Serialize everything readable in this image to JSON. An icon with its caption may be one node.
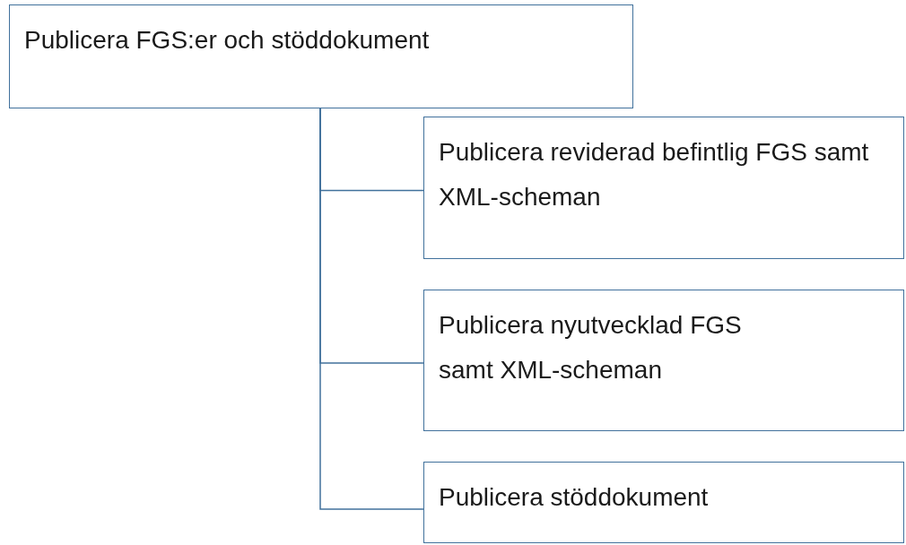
{
  "diagram": {
    "nodes": [
      {
        "text": [
          "Publicera FGS:er och stöddokument"
        ]
      },
      {
        "text": [
          "Publicera reviderad befintlig FGS samt XML-scheman"
        ]
      },
      {
        "text": [
          "Publicera nyutvecklad FGS samt XML-scheman"
        ]
      },
      {
        "text": [
          "Publicera stöddokument"
        ]
      }
    ],
    "edges": [
      {
        "from": 0,
        "to": 1,
        "arrow": "none"
      },
      {
        "from": 0,
        "to": 2,
        "arrow": "none"
      },
      {
        "from": 0,
        "to": 3,
        "arrow": "none"
      }
    ]
  }
}
